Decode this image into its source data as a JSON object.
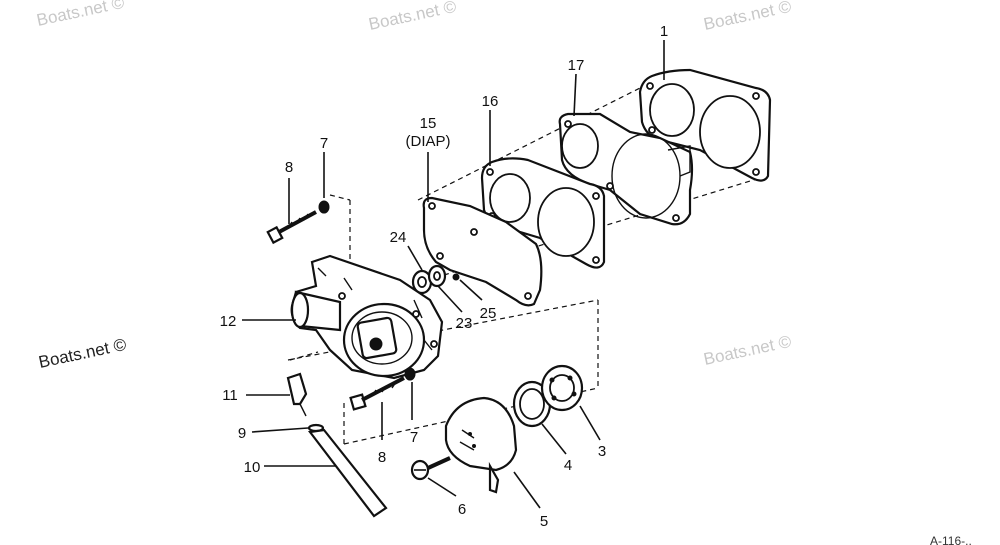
{
  "watermarks": [
    "Boats.net ©",
    "Boats.net ©",
    "Boats.net ©",
    "Boats.net ©",
    "Boats.net ©"
  ],
  "reference_number": "A-116-..",
  "callouts": [
    {
      "id": "1",
      "text": "1"
    },
    {
      "id": "17",
      "text": "17"
    },
    {
      "id": "16",
      "text": "16"
    },
    {
      "id": "15",
      "text": "15"
    },
    {
      "id": "15b",
      "text": "(DIAP)"
    },
    {
      "id": "8a",
      "text": "8"
    },
    {
      "id": "7a",
      "text": "7"
    },
    {
      "id": "24",
      "text": "24"
    },
    {
      "id": "12",
      "text": "12"
    },
    {
      "id": "23",
      "text": "23"
    },
    {
      "id": "25",
      "text": "25"
    },
    {
      "id": "11",
      "text": "11"
    },
    {
      "id": "9",
      "text": "9"
    },
    {
      "id": "10",
      "text": "10"
    },
    {
      "id": "8b",
      "text": "8"
    },
    {
      "id": "7b",
      "text": "7"
    },
    {
      "id": "3",
      "text": "3"
    },
    {
      "id": "4",
      "text": "4"
    },
    {
      "id": "5",
      "text": "5"
    },
    {
      "id": "6",
      "text": "6"
    }
  ]
}
